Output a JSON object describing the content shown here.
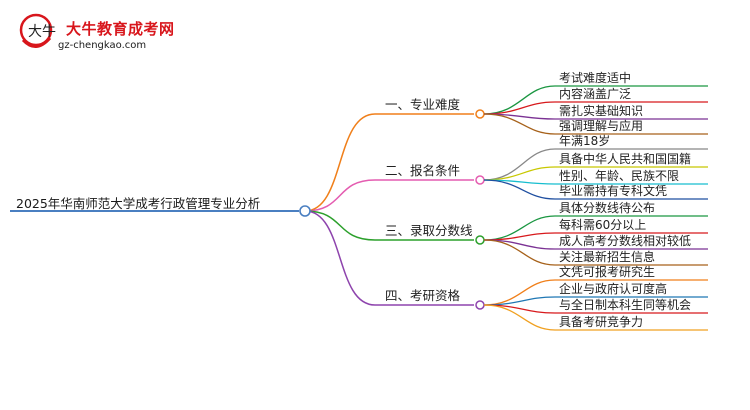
{
  "logo": {
    "title": "大牛教育成考网",
    "url": "gz-chengkao.com",
    "mark_text": "大牛"
  },
  "root": {
    "label": "2025年华南师范大学成考行政管理专业分析",
    "color": "#4a7fc1"
  },
  "branches": [
    {
      "label": "一、专业难度",
      "color": "#f07f1a",
      "leaves": [
        {
          "label": "考试难度适中",
          "color": "#1a9641"
        },
        {
          "label": "内容涵盖广泛",
          "color": "#d7191c"
        },
        {
          "label": "需扎实基础知识",
          "color": "#7b3294"
        },
        {
          "label": "强调理解与应用",
          "color": "#a6611a"
        }
      ]
    },
    {
      "label": "二、报名条件",
      "color": "#e45cb0",
      "leaves": [
        {
          "label": "年满18岁",
          "color": "#888888"
        },
        {
          "label": "具备中华人民共和国国籍",
          "color": "#c8c800"
        },
        {
          "label": "性别、年龄、民族不限",
          "color": "#17becf"
        },
        {
          "label": "毕业需持有专科文凭",
          "color": "#1f4fa0"
        }
      ]
    },
    {
      "label": "三、录取分数线",
      "color": "#2ca02c",
      "leaves": [
        {
          "label": "具体分数线待公布",
          "color": "#1a9641"
        },
        {
          "label": "每科需60分以上",
          "color": "#d7191c"
        },
        {
          "label": "成人高考分数线相对较低",
          "color": "#7b3294"
        },
        {
          "label": "关注最新招生信息",
          "color": "#a6611a"
        }
      ]
    },
    {
      "label": "四、考研资格",
      "color": "#8e44ad",
      "leaves": [
        {
          "label": "文凭可报考研究生",
          "color": "#f07f1a"
        },
        {
          "label": "企业与政府认可度高",
          "color": "#1f77b4"
        },
        {
          "label": "与全日制本科生同等机会",
          "color": "#d7191c"
        },
        {
          "label": "具备考研竞争力",
          "color": "#f0a020"
        }
      ]
    }
  ]
}
